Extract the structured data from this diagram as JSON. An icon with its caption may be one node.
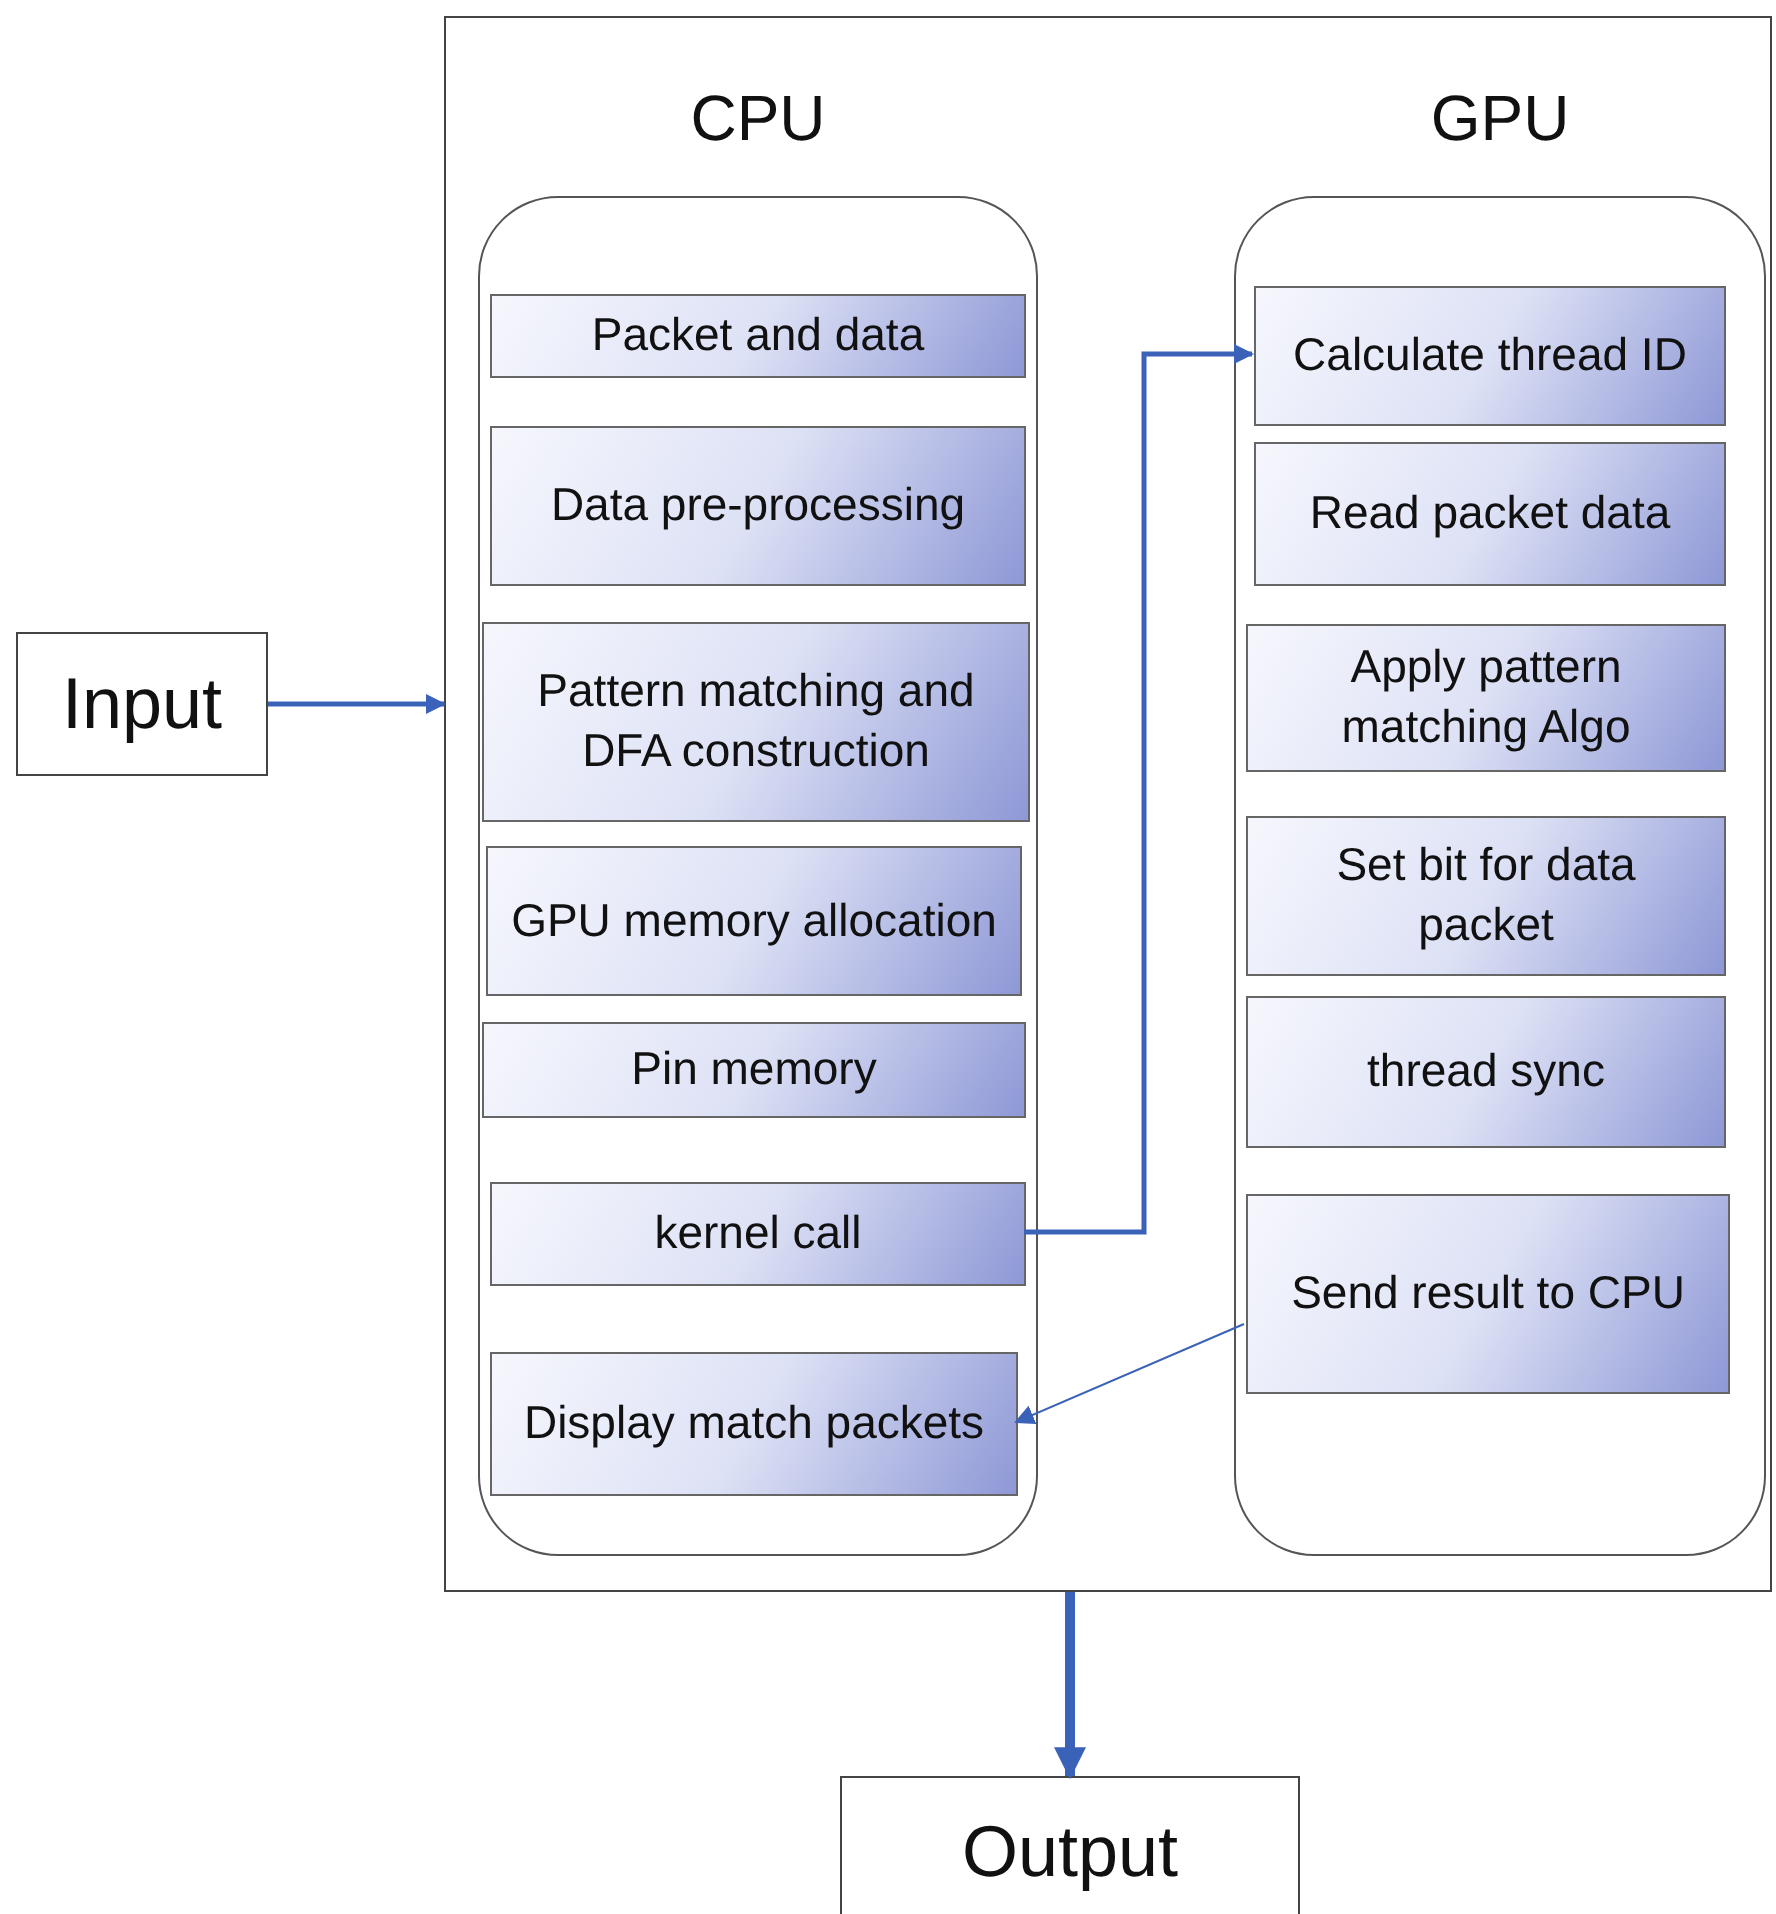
{
  "diagram": {
    "nodes": [
      {
        "text": [
          "Input"
        ]
      },
      {
        "text": [],
        "shape": "box"
      },
      {
        "text": [
          "CPU"
        ],
        "in": 1
      },
      {
        "text": [
          "Packet and data"
        ],
        "in": 2
      },
      {
        "text": [
          "Data pre-processing"
        ],
        "in": 2
      },
      {
        "text": [
          "Pattern matching and DFA construction"
        ],
        "in": 2
      },
      {
        "text": [
          "GPU memory allocation"
        ],
        "in": 2
      },
      {
        "text": [
          "Pin memory"
        ],
        "in": 2
      },
      {
        "text": [
          "kernel call"
        ],
        "in": 2
      },
      {
        "text": [
          "Display match packets"
        ],
        "in": 2
      },
      {
        "text": [
          "GPU"
        ],
        "in": 1
      },
      {
        "text": [
          "Calculate thread ID"
        ],
        "in": 10
      },
      {
        "text": [
          "Read packet data"
        ],
        "in": 10
      },
      {
        "text": [
          "Apply  pattern matching Algo"
        ],
        "in": 10
      },
      {
        "text": [
          "Set bit for data packet"
        ],
        "in": 10
      },
      {
        "text": [
          "thread sync"
        ],
        "in": 10
      },
      {
        "text": [
          "Send result to CPU"
        ],
        "in": 10
      },
      {
        "text": [
          "Output"
        ]
      }
    ],
    "edges": [
      {
        "from": 0,
        "to": 1,
        "arrow": "to"
      },
      {
        "from": 8,
        "to": 11,
        "arrow": "to"
      },
      {
        "from": 16,
        "to": 9,
        "arrow": "to"
      },
      {
        "from": 1,
        "to": 17,
        "arrow": "to",
        "style": "thick"
      }
    ]
  }
}
